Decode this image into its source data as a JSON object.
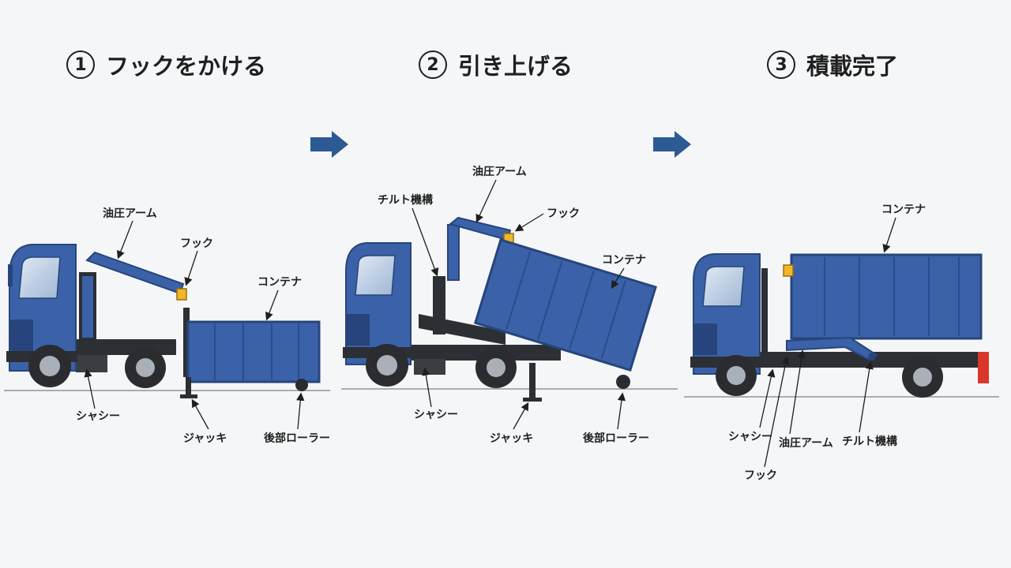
{
  "stages": [
    {
      "number": "1",
      "title": "フックをかける",
      "labels": {
        "arm": "油圧アーム",
        "hook": "フック",
        "container": "コンテナ",
        "chassis": "シャシー",
        "jack": "ジャッキ",
        "roller": "後部ローラー"
      }
    },
    {
      "number": "2",
      "title": "引き上げる",
      "labels": {
        "tilt": "チルト機構",
        "arm": "油圧アーム",
        "hook": "フック",
        "container": "コンテナ",
        "chassis": "シャシー",
        "jack": "ジャッキ",
        "roller": "後部ローラー"
      }
    },
    {
      "number": "3",
      "title": "積載完了",
      "labels": {
        "container": "コンテナ",
        "chassis": "シャシー",
        "arm": "油圧アーム",
        "tilt": "チルト機構",
        "hook": "フック"
      }
    }
  ],
  "colors": {
    "truck_blue": "#3b62a8",
    "dark_blue": "#27457c",
    "hook_yellow": "#f2b62b",
    "arrow": "#2e5a94",
    "chassis": "#2c2f33",
    "background": "#f4f6f8"
  },
  "icons": [
    "right-arrow-icon",
    "right-arrow-icon"
  ]
}
